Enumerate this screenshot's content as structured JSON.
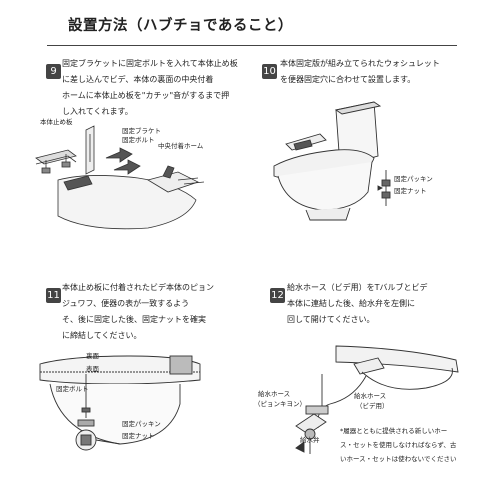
{
  "title": "設置方法（ハブチョであること）",
  "steps": [
    {
      "number": "9",
      "lines": [
        "固定ブラケットに固定ボルトを入れて本体止め板",
        "に差し込んでビデ、本体の裏面の中央付着",
        "ホームに本体止め板を\"カチッ\"音がするまで押",
        "し入れてくれます。"
      ],
      "labels": {
        "stop_plate": "本体止め板",
        "bracket": "固定ブラケト",
        "bolt": "固定ボルト",
        "center_home": "中央付着ホーム"
      }
    },
    {
      "number": "10",
      "lines": [
        "本体固定版が組み立てられたウォシュレット",
        "を便器固定穴に合わせて設置します。"
      ],
      "labels": {
        "packing": "固定パッキン",
        "nut": "固定ナット"
      }
    },
    {
      "number": "11",
      "lines": [
        "本体止め板に付着されたビデ本体のピョン",
        "ジュワフ、便器の表が一致するよう",
        "そ、後に固定した後、固定ナットを確実",
        "に締結してください。"
      ],
      "labels": {
        "back": "裏面",
        "front": "表面",
        "bolt": "固定ボルト",
        "packing": "固定パッキン",
        "nut": "固定ナット"
      }
    },
    {
      "number": "12",
      "lines": [
        "給水ホース（ビデ用）をTバルブとビデ",
        "本体に連結した後、給水弁を左側に",
        "回して開けてください。"
      ],
      "labels": {
        "hose_left": "給水ホース",
        "hose_left_sub": "（ピョンキヨン）",
        "hose_right": "給水ホース",
        "hose_right_sub": "（ビデ用）",
        "valve": "給水弁"
      },
      "note": [
        "*履器とともに提供される新しいホー",
        "ス・セットを使用しなければならず、古",
        "いホース・セットは使わないでください"
      ]
    }
  ]
}
